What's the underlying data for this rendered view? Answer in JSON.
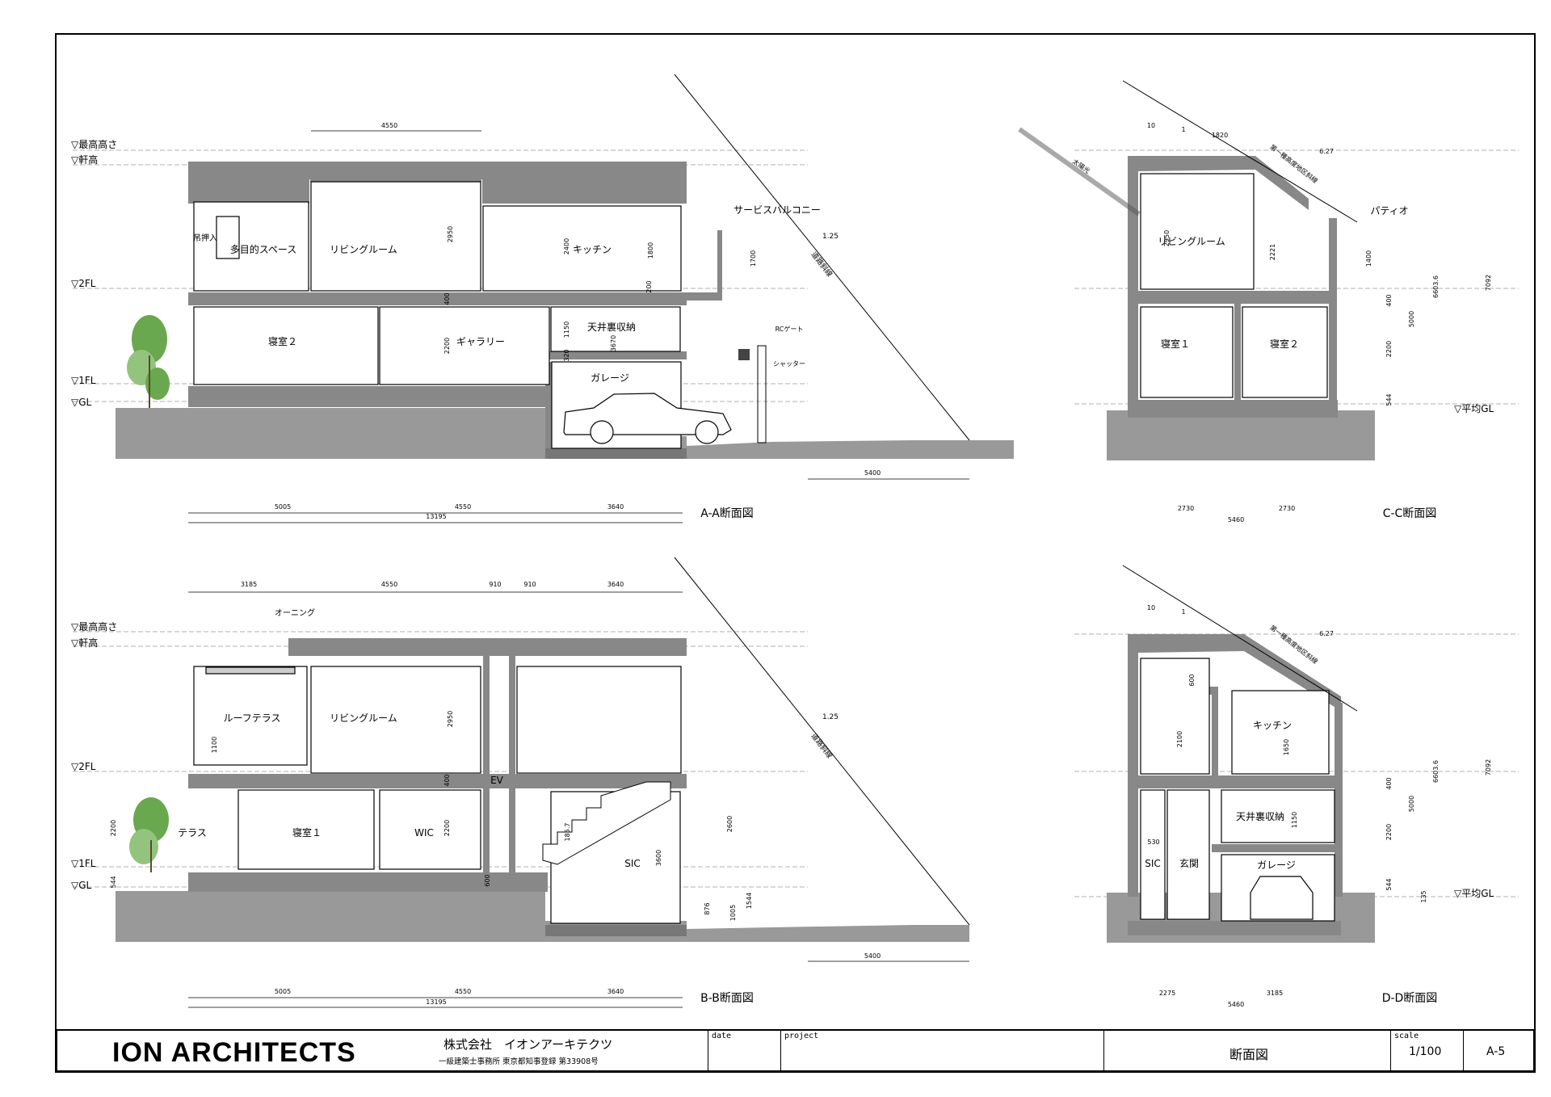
{
  "levels": {
    "max_height": "▽最高高さ",
    "eaves": "▽軒高",
    "fl2": "▽2FL",
    "fl1": "▽1FL",
    "gl": "▽GL",
    "avg_gl": "▽平均GL"
  },
  "sections": {
    "aa": {
      "title": "A-A断面図",
      "rooms": {
        "closet": "吊押入",
        "multipurpose": "多目的スペース",
        "living": "リビングルーム",
        "kitchen": "キッチン",
        "bedroom2": "寝室２",
        "gallery": "ギャラリー",
        "attic": "天井裏収納",
        "garage": "ガレージ"
      },
      "notes": {
        "service_balcony": "サービスバルコニー",
        "rc_gate": "RCゲート",
        "shutter": "シャッター",
        "road_line": "道路斜線",
        "slope": "1.25"
      },
      "dims": {
        "top": "4550",
        "b1": "5005",
        "b2": "4550",
        "b3": "3640",
        "total": "13195",
        "road": "5400",
        "h_living": "2950",
        "h_kitchen": "2400",
        "h_k2": "1800",
        "h_bal": "1700",
        "h_floor": "400",
        "h_gallery": "2200",
        "h_attic": "1150",
        "h_garage": "3670",
        "h_320": "320",
        "h_200": "200"
      }
    },
    "bb": {
      "title": "B-B断面図",
      "rooms": {
        "roof_terrace": "ルーフテラス",
        "living": "リビングルーム",
        "terrace": "テラス",
        "bedroom1": "寝室１",
        "wic": "WIC",
        "ev": "EV",
        "sic": "SIC"
      },
      "notes": {
        "awning": "オーニング",
        "road_line": "道路斜線",
        "slope": "1.25"
      },
      "dims": {
        "t1": "3185",
        "t2": "4550",
        "t3": "910",
        "t4": "910",
        "t5": "3640",
        "b1": "5005",
        "b2": "4550",
        "b3": "3640",
        "total": "13195",
        "road": "5400",
        "h1100": "1100",
        "h2950": "2950",
        "h400": "400",
        "h2200": "2200",
        "h544": "544",
        "h2600": "2600",
        "h3600": "3600",
        "h185": "185.7",
        "h600": "600",
        "h1005": "1005",
        "h1544": "1544",
        "h876": "876"
      }
    },
    "cc": {
      "title": "C-C断面図",
      "rooms": {
        "living": "リビングルーム",
        "bedroom1": "寝室１",
        "bedroom2": "寝室２",
        "patio": "パティオ"
      },
      "notes": {
        "sunlight": "太陽光",
        "north_line": "第一種高度地区斜線",
        "ratio_a": "10",
        "ratio_b": "1",
        "ratio_c": "6.27"
      },
      "dims": {
        "top": "1820",
        "b1": "2730",
        "b2": "2730",
        "total": "5460",
        "h2950": "2950",
        "h2221": "2221",
        "h1400": "1400",
        "h400": "400",
        "h2200": "2200",
        "h544": "544",
        "h5000": "5000",
        "h6603": "6603.6",
        "h7092": "7092"
      }
    },
    "dd": {
      "title": "D-D断面図",
      "rooms": {
        "kitchen": "キッチン",
        "attic": "天井裏収納",
        "sic": "SIC",
        "entrance": "玄関",
        "garage": "ガレージ"
      },
      "notes": {
        "north_line": "第一種高度地区斜線",
        "ratio_a": "10",
        "ratio_b": "1",
        "ratio_c": "6.27"
      },
      "dims": {
        "b1": "2275",
        "b2": "3185",
        "total": "5460",
        "h600": "600",
        "h2100": "2100",
        "h1650": "1650",
        "h1150": "1150",
        "h530": "530",
        "h400": "400",
        "h2200": "2200",
        "h544": "544",
        "h5000": "5000",
        "h6603": "6603.6",
        "h7092": "7092",
        "h135": "135"
      }
    }
  },
  "titleblock": {
    "firm": "ION ARCHITECTS",
    "company": "株式会社　イオンアーキテクツ",
    "registration": "一級建築士事務所 東京都知事登録 第33908号",
    "date_label": "date",
    "project_label": "project",
    "drawing_title": "断面図",
    "scale_label": "scale",
    "scale_value": "1/100",
    "sheet_no": "A-5"
  }
}
